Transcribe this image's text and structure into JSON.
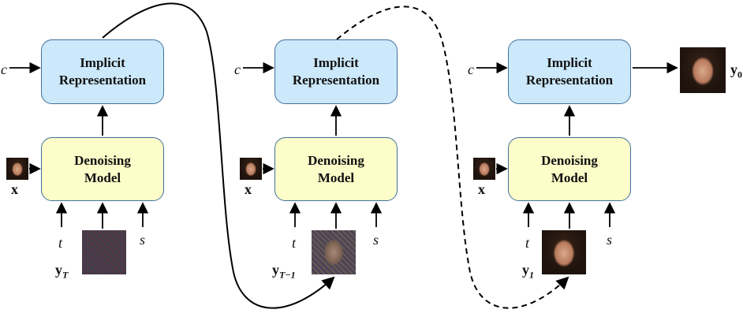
{
  "stages": [
    {
      "implicit_label": "Implicit Representation",
      "denoising_label": "Denoising Model",
      "cond_label": "c",
      "x_label": "x",
      "t_label": "t",
      "s_label": "s",
      "y_label": "y",
      "y_sub": "T",
      "image": "noise"
    },
    {
      "implicit_label": "Implicit Representation",
      "denoising_label": "Denoising Model",
      "cond_label": "c",
      "x_label": "x",
      "t_label": "t",
      "s_label": "s",
      "y_label": "y",
      "y_sub": "T−1",
      "image": "noisy-face"
    },
    {
      "implicit_label": "Implicit Representation",
      "denoising_label": "Denoising Model",
      "cond_label": "c",
      "x_label": "x",
      "t_label": "t",
      "s_label": "s",
      "y_label": "y",
      "y_sub": "1",
      "image": "clean-face"
    }
  ],
  "output": {
    "y_label": "y",
    "y_sub": "0"
  },
  "colors": {
    "implicit_fill": "#cce8fb",
    "denoising_fill": "#fdfdc9",
    "border": "#41719c"
  }
}
